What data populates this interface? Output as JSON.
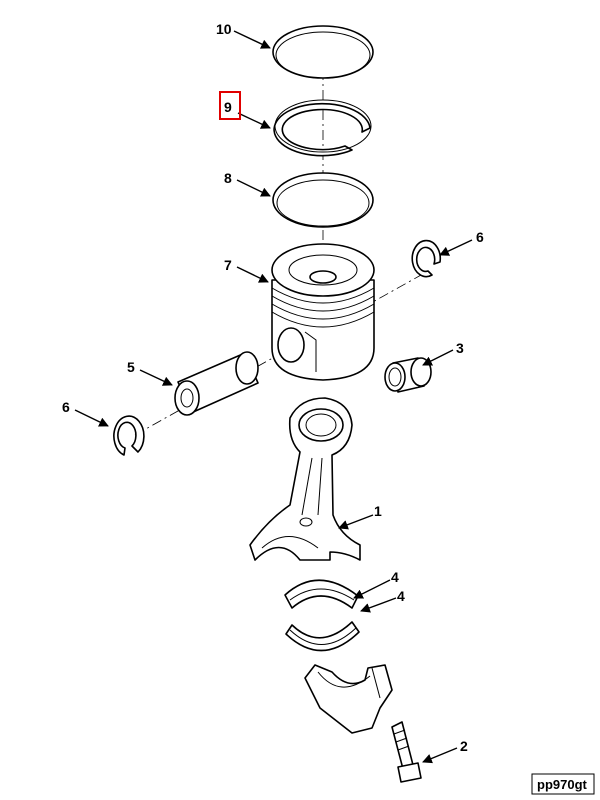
{
  "callouts": [
    {
      "id": "c10",
      "label": "10"
    },
    {
      "id": "c9",
      "label": "9"
    },
    {
      "id": "c8",
      "label": "8"
    },
    {
      "id": "c7",
      "label": "7"
    },
    {
      "id": "c6a",
      "label": "6"
    },
    {
      "id": "c5",
      "label": "5"
    },
    {
      "id": "c3",
      "label": "3"
    },
    {
      "id": "c6b",
      "label": "6"
    },
    {
      "id": "c1",
      "label": "1"
    },
    {
      "id": "c4a",
      "label": "4"
    },
    {
      "id": "c4b",
      "label": "4"
    },
    {
      "id": "c2",
      "label": "2"
    }
  ],
  "highlight": {
    "label": "9",
    "color": "#e00000"
  },
  "figure_code": "pp970gt",
  "colors": {
    "line": "#000000",
    "background": "#ffffff"
  }
}
